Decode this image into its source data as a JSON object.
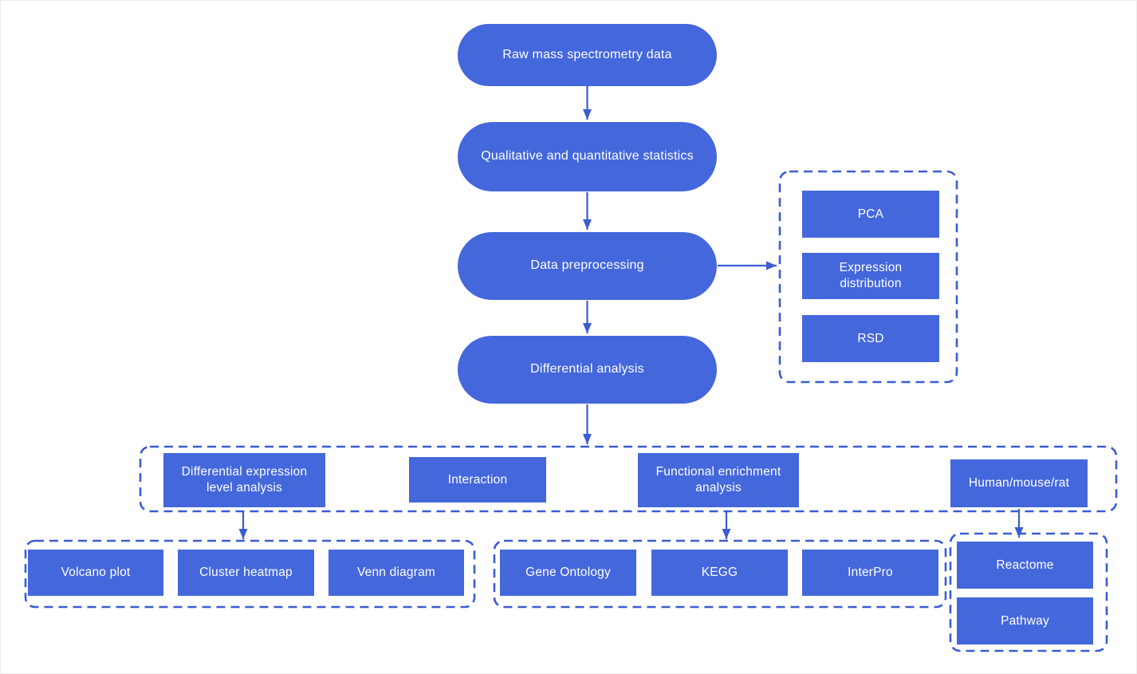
{
  "flow": {
    "main": [
      {
        "label": "Raw mass spectrometry data"
      },
      {
        "label": "Qualitative and quantitative statistics"
      },
      {
        "label": "Data preprocessing"
      },
      {
        "label": "Differential analysis"
      }
    ],
    "qc_group": {
      "items": [
        {
          "label": "PCA"
        },
        {
          "label": "Expression distribution"
        },
        {
          "label": "RSD"
        }
      ]
    },
    "analysis_row": {
      "items": [
        {
          "label": "Differential expression level analysis"
        },
        {
          "label": "Interaction"
        },
        {
          "label": "Functional enrichment analysis"
        },
        {
          "label": "Human/mouse/rat"
        }
      ]
    },
    "volcano_group": {
      "items": [
        {
          "label": "Volcano plot"
        },
        {
          "label": "Cluster heatmap"
        },
        {
          "label": "Venn diagram"
        }
      ]
    },
    "enrichment_group": {
      "items": [
        {
          "label": "Gene Ontology"
        },
        {
          "label": "KEGG"
        },
        {
          "label": "InterPro"
        }
      ]
    },
    "pathway_group": {
      "items": [
        {
          "label": "Reactome"
        },
        {
          "label": "Pathway"
        }
      ]
    }
  },
  "colors": {
    "node_fill": "#4467DC",
    "node_text": "#FFFFFF",
    "connector": "#3C5CD2"
  }
}
